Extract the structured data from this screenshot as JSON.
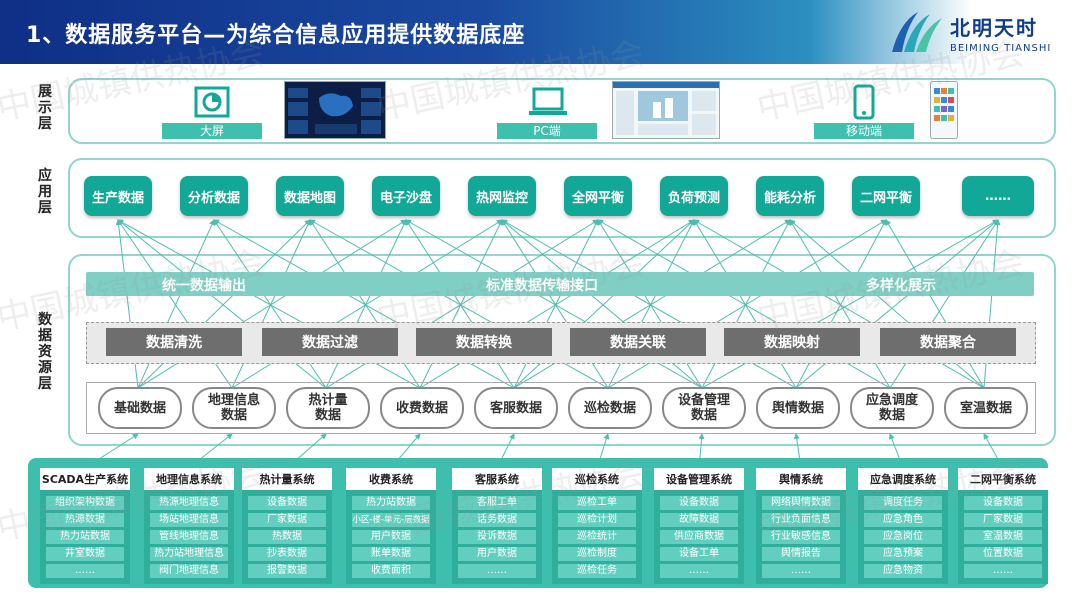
{
  "header": {
    "title": "1、数据服务平台—为综合信息应用提供数据底座"
  },
  "brand": {
    "cn": "北明天时",
    "en": "BEIMING TIANSHI"
  },
  "layers": {
    "display": "展示层",
    "application": "应用层",
    "resource": "数据资源层"
  },
  "display": {
    "items": [
      {
        "label": "大屏",
        "icon": "chart-icon"
      },
      {
        "label": "PC端",
        "icon": "laptop-icon"
      },
      {
        "label": "移动端",
        "icon": "mobile-icon"
      }
    ]
  },
  "applications": [
    "生产数据",
    "分析数据",
    "数据地图",
    "电子沙盘",
    "热网监控",
    "全网平衡",
    "负荷预测",
    "能耗分析",
    "二网平衡",
    "……"
  ],
  "bars": {
    "b1": "统一数据输出",
    "b2": "标准数据传输接口",
    "b3": "多样化展示"
  },
  "processing": [
    "数据清洗",
    "数据过滤",
    "数据转换",
    "数据关联",
    "数据映射",
    "数据聚合"
  ],
  "resources": [
    [
      "基础数据"
    ],
    [
      "地理信息",
      "数据"
    ],
    [
      "热计量",
      "数据"
    ],
    [
      "收费数据"
    ],
    [
      "客服数据"
    ],
    [
      "巡检数据"
    ],
    [
      "设备管理",
      "数据"
    ],
    [
      "舆情数据"
    ],
    [
      "应急调度",
      "数据"
    ],
    [
      "室温数据"
    ]
  ],
  "sources": [
    {
      "title": "SCADA生产系统",
      "items": [
        "组织架构数据",
        "热源数据",
        "热力站数据",
        "井室数据",
        "……"
      ]
    },
    {
      "title": "地理信息系统",
      "items": [
        "热源地理信息",
        "场站地理信息",
        "管线地理信息",
        "热力站地理信息",
        "阀门地理信息"
      ]
    },
    {
      "title": "热计量系统",
      "items": [
        "设备数据",
        "厂家数据",
        "热数据",
        "抄表数据",
        "报警数据"
      ]
    },
    {
      "title": "收费系统",
      "items": [
        "热力站数据",
        "小区-楼-单元-层数据",
        "用户数据",
        "账单数据",
        "收费面积"
      ]
    },
    {
      "title": "客服系统",
      "items": [
        "客服工单",
        "话务数据",
        "投诉数据",
        "用户数据",
        "……"
      ]
    },
    {
      "title": "巡检系统",
      "items": [
        "巡检工单",
        "巡检计划",
        "巡检统计",
        "巡检制度",
        "巡检任务"
      ]
    },
    {
      "title": "设备管理系统",
      "items": [
        "设备数据",
        "故障数据",
        "供应商数据",
        "设备工单",
        "……"
      ]
    },
    {
      "title": "舆情系统",
      "items": [
        "网络舆情数据",
        "行业负面信息",
        "行业敏感信息",
        "舆情报告",
        "……"
      ]
    },
    {
      "title": "应急调度系统",
      "items": [
        "调度任务",
        "应急角色",
        "应急岗位",
        "应急预案",
        "应急物资"
      ]
    },
    {
      "title": "二网平衡系统",
      "items": [
        "设备数据",
        "厂家数据",
        "室温数据",
        "位置数据",
        "……"
      ]
    }
  ],
  "watermark": "中国城镇供热协会",
  "colors": {
    "teal": "#12a898",
    "light_teal": "#7fcfc4",
    "source_bg": "#3ebfad",
    "navy": "#0f2f86",
    "gray_proc": "#6e6e6e"
  }
}
